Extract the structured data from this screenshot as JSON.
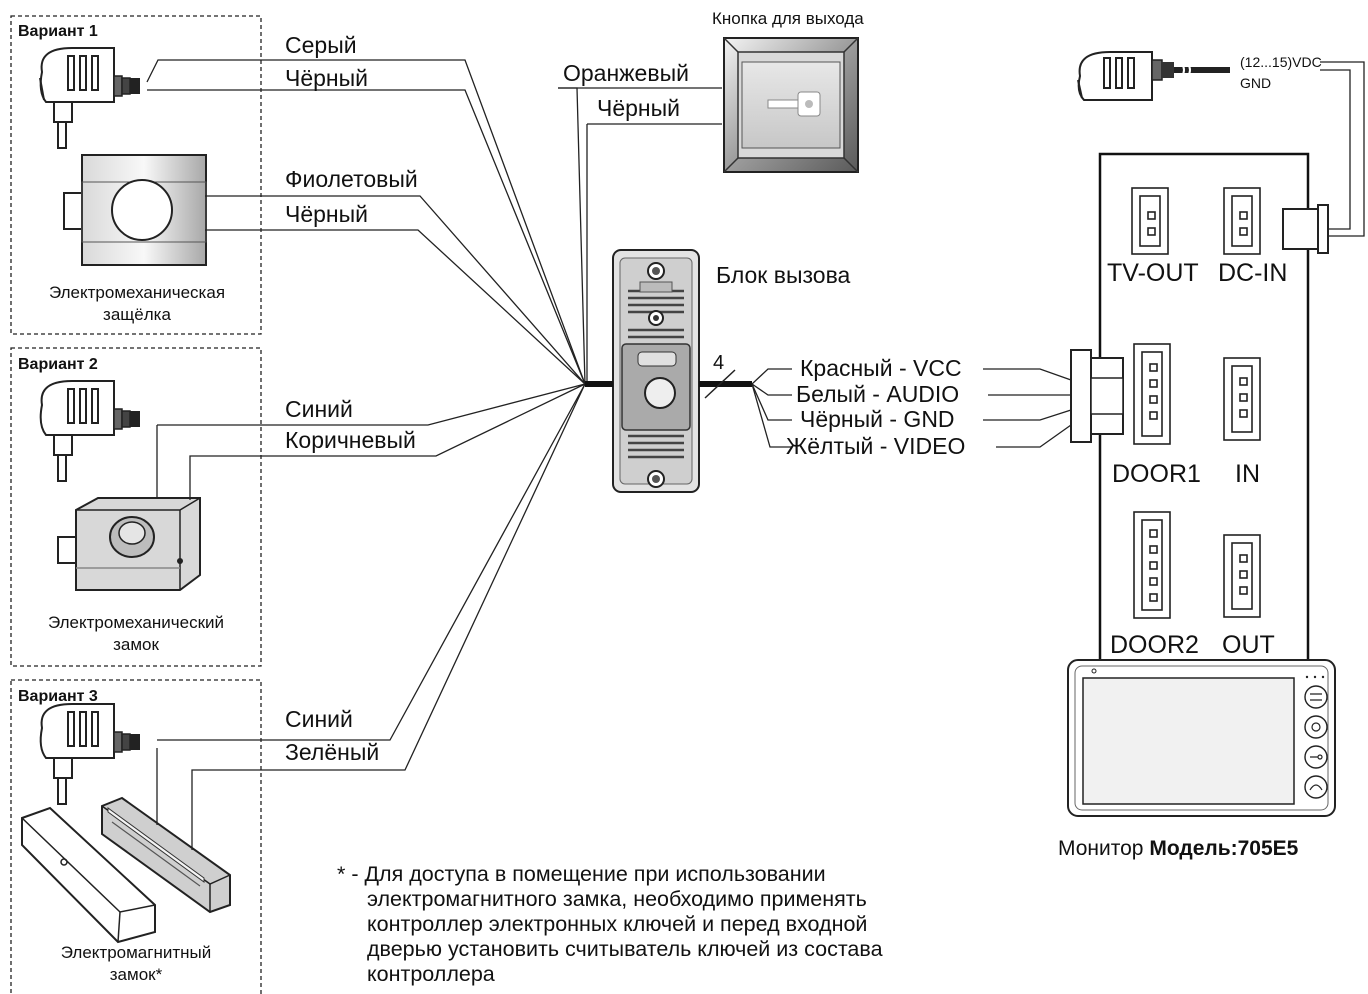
{
  "variant1": {
    "title": "Вариант 1",
    "wire_a": "Серый",
    "wire_b": "Чёрный",
    "wire_c": "Фиолетовый",
    "wire_d": "Чёрный",
    "caption_line1": "Электромеханическая",
    "caption_line2": "защёлка"
  },
  "variant2": {
    "title": "Вариант 2",
    "wire_a": "Синий",
    "wire_b": "Коричневый",
    "caption_line1": "Электромеханический",
    "caption_line2": "замок"
  },
  "variant3": {
    "title": "Вариант 3",
    "wire_a": "Синий",
    "wire_b": "Зелёный",
    "caption_line1": "Электромагнитный",
    "caption_line2": "замок*"
  },
  "exit_button": {
    "title": "Кнопка для выхода",
    "wire_a": "Оранжевый",
    "wire_b": "Чёрный"
  },
  "call_block": {
    "title": "Блок вызова",
    "wire_count": "4",
    "wires": [
      "Красный - VCC",
      "Белый - AUDIO",
      "Чёрный - GND",
      "Жёлтый - VIDEO"
    ]
  },
  "power": {
    "vdc": "(12...15)VDC",
    "gnd": "GND"
  },
  "monitor": {
    "ports": [
      "TV-OUT",
      "DC-IN",
      "DOOR1",
      "IN",
      "DOOR2",
      "OUT"
    ],
    "caption_prefix": "Монитор",
    "caption_model": "Модель:705E5"
  },
  "footnote": {
    "line1": "* - Для доступа в помещение при использовании",
    "line2": "электромагнитного замка, необходимо применять",
    "line3": "контроллер электронных ключей и перед входной",
    "line4": "дверью установить считыватель ключей из состава",
    "line5": "контроллера"
  }
}
